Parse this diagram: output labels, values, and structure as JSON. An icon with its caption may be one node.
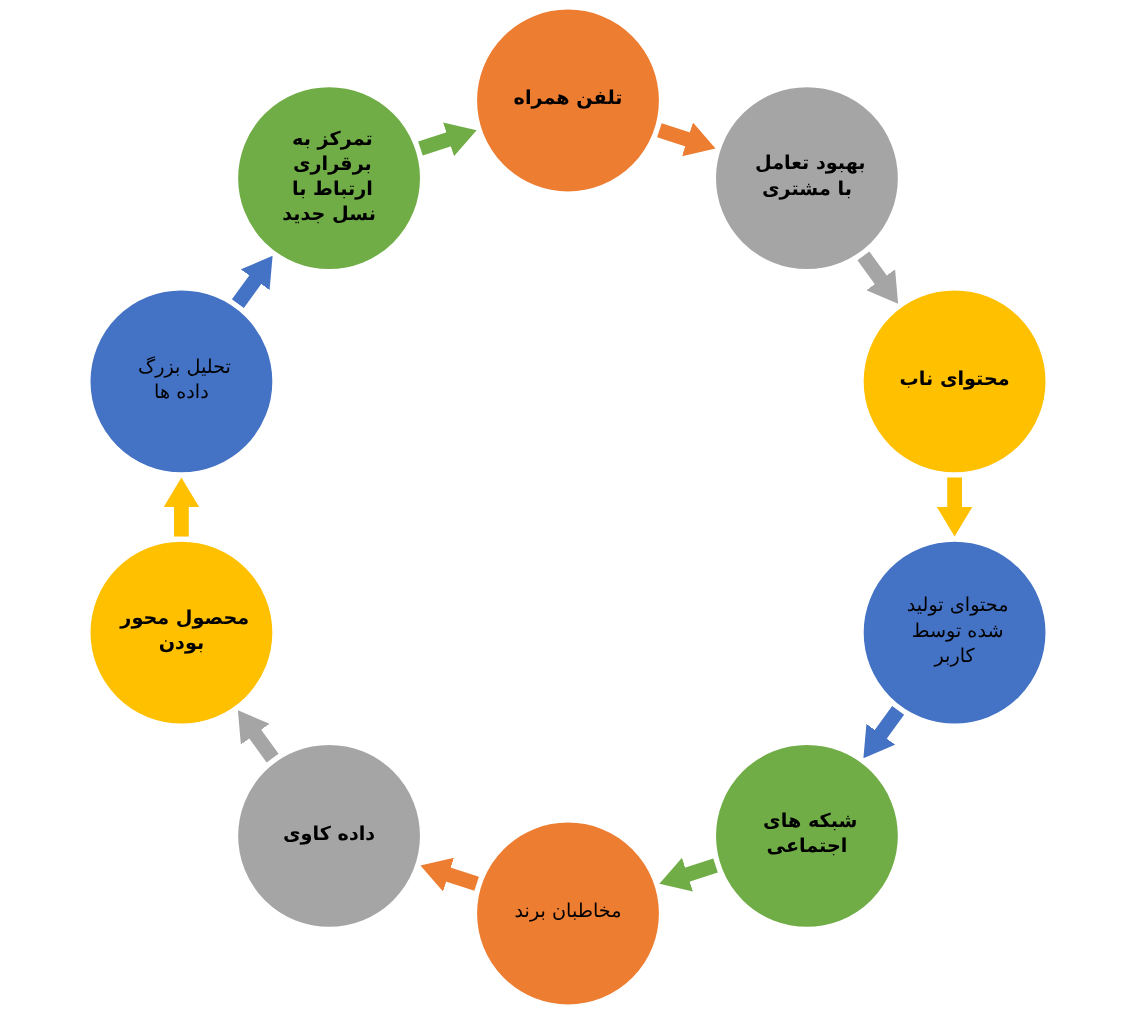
{
  "diagram": {
    "nodes": [
      {
        "text": [
          "تلفن همراه"
        ]
      },
      {
        "text": [
          "بهبود تعامل با مشتری"
        ]
      },
      {
        "text": [
          "محتوای ناب"
        ]
      },
      {
        "text": [
          "محتوای تولید شده توسط کاربر"
        ]
      },
      {
        "text": [
          "شبکه های اجتماعی"
        ]
      },
      {
        "text": [
          "مخاطبان برند"
        ]
      },
      {
        "text": [
          "داده کاوی"
        ]
      },
      {
        "text": [
          "محصول محور بودن"
        ]
      },
      {
        "text": [
          "تحلیل بزرگ داده ها"
        ]
      },
      {
        "text": [
          "تمرکز به برقراری ارتباط با نسل جدید"
        ]
      }
    ],
    "edges": [
      {
        "from": 0,
        "to": 1,
        "arrow": "to",
        "color": "#ed7d31"
      },
      {
        "from": 1,
        "to": 2,
        "arrow": "to",
        "color": "#a5a5a5"
      },
      {
        "from": 2,
        "to": 3,
        "arrow": "to",
        "color": "#ffc000"
      },
      {
        "from": 3,
        "to": 4,
        "arrow": "to",
        "color": "#4472c4"
      },
      {
        "from": 4,
        "to": 5,
        "arrow": "to",
        "color": "#70ad47"
      },
      {
        "from": 5,
        "to": 6,
        "arrow": "to",
        "color": "#ed7d31"
      },
      {
        "from": 6,
        "to": 7,
        "arrow": "to",
        "color": "#a5a5a5"
      },
      {
        "from": 7,
        "to": 8,
        "arrow": "to",
        "color": "#ffc000"
      },
      {
        "from": 8,
        "to": 9,
        "arrow": "to",
        "color": "#4472c4"
      },
      {
        "from": 9,
        "to": 0,
        "arrow": "to",
        "color": "#70ad47"
      }
    ]
  }
}
